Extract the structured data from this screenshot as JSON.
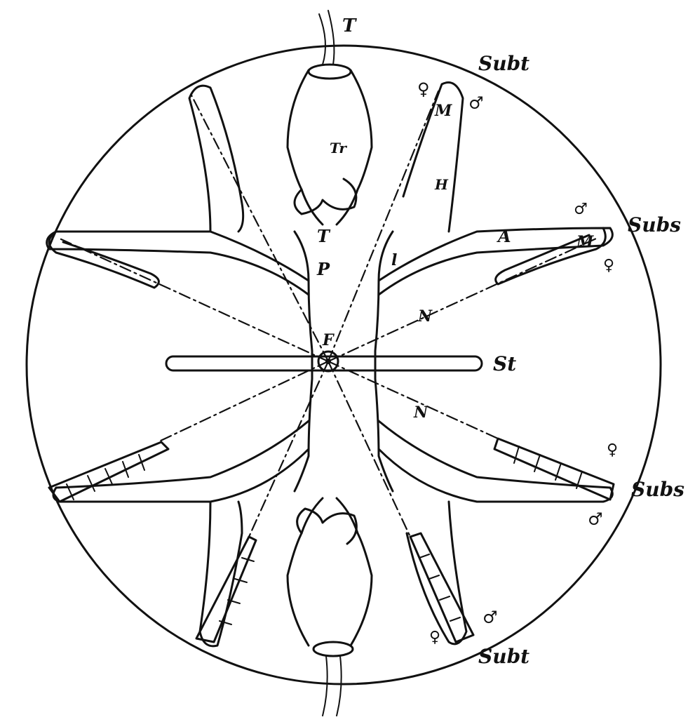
{
  "labels": {
    "tentacle_top": "T",
    "subt_top": "Subt",
    "subs_right_upper": "Subs",
    "subs_right_lower": "Subs",
    "subt_bottom": "Subt",
    "st": "St",
    "n_upper": "N",
    "n_lower": "N",
    "f": "F",
    "p": "P",
    "t_mid": "T",
    "tr": "Tr",
    "l": "l",
    "a": "A",
    "m_upper": "M",
    "m_right": "M",
    "h": "H"
  },
  "symbols": {
    "female": "♀",
    "male": "♂"
  },
  "colors": {
    "ink": "#111111",
    "paper": "#ffffff"
  }
}
